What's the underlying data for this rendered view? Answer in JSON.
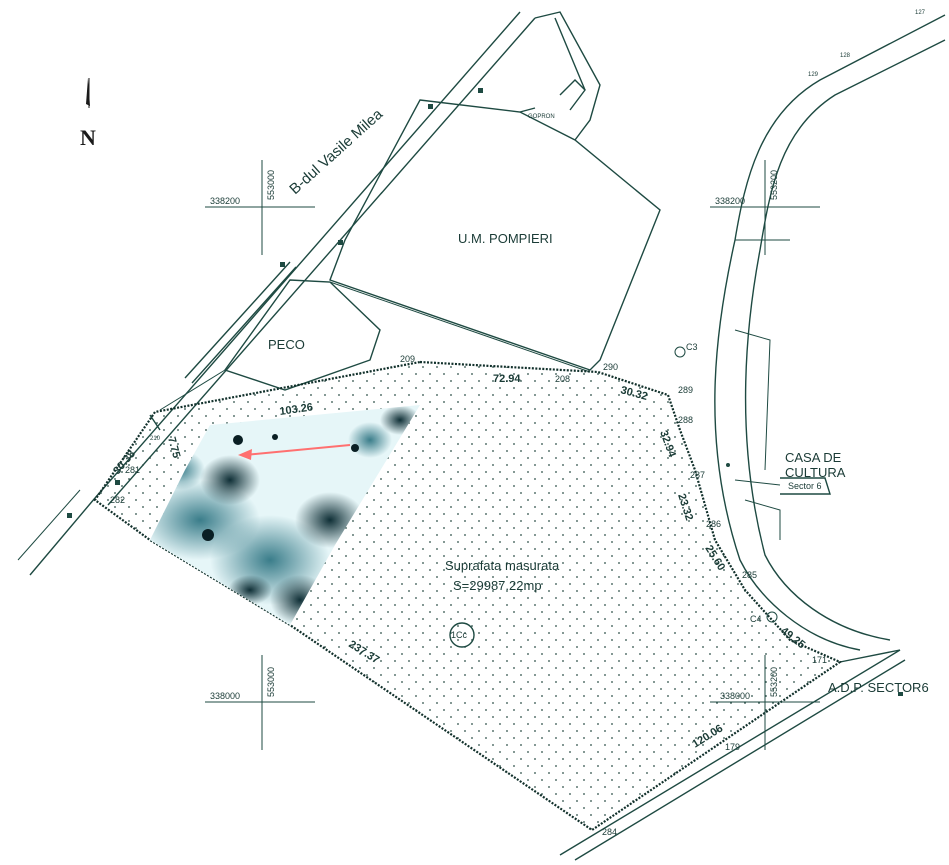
{
  "map": {
    "north_label": "N",
    "street_label": "B-dul Vasile Milea",
    "labels": {
      "um_pompieri": "U.M. POMPIERI",
      "peco": "PECO",
      "casa_de_cultura_line1": "CASA DE",
      "casa_de_cultura_line2": "CULTURA",
      "sector6_box": "Sector 6",
      "adp_sector6": "A.D.P. SECTOR6",
      "surface_title": "Suprafata masurata",
      "surface_value": "S=29987.22mp",
      "cc_symbol": "1Cc",
      "c3": "C3",
      "c4": "C4",
      "gopron": "GOPRON"
    },
    "grid_crosses": [
      {
        "easting": "338200",
        "northing": "553000"
      },
      {
        "easting": "338200",
        "northing": "553200"
      },
      {
        "easting": "338000",
        "northing": "553000"
      },
      {
        "easting": "338000",
        "northing": "553200"
      }
    ],
    "points": [
      "209",
      "208",
      "290",
      "289",
      "288",
      "287",
      "286",
      "285",
      "171",
      "179",
      "284",
      "282",
      "281",
      "210",
      "127",
      "128",
      "129"
    ],
    "distances": [
      "103.26",
      "72.94",
      "30.32",
      "32.94",
      "23.32",
      "25.60",
      "49.25",
      "120.06",
      "237.37",
      "30.38",
      "7.75"
    ],
    "colors": {
      "line": "#1e4a42",
      "boundary": "#11302b",
      "orthophoto_light": "#e6f6f8",
      "orthophoto_dark": "#173c44",
      "arrow": "#ff7070"
    }
  }
}
